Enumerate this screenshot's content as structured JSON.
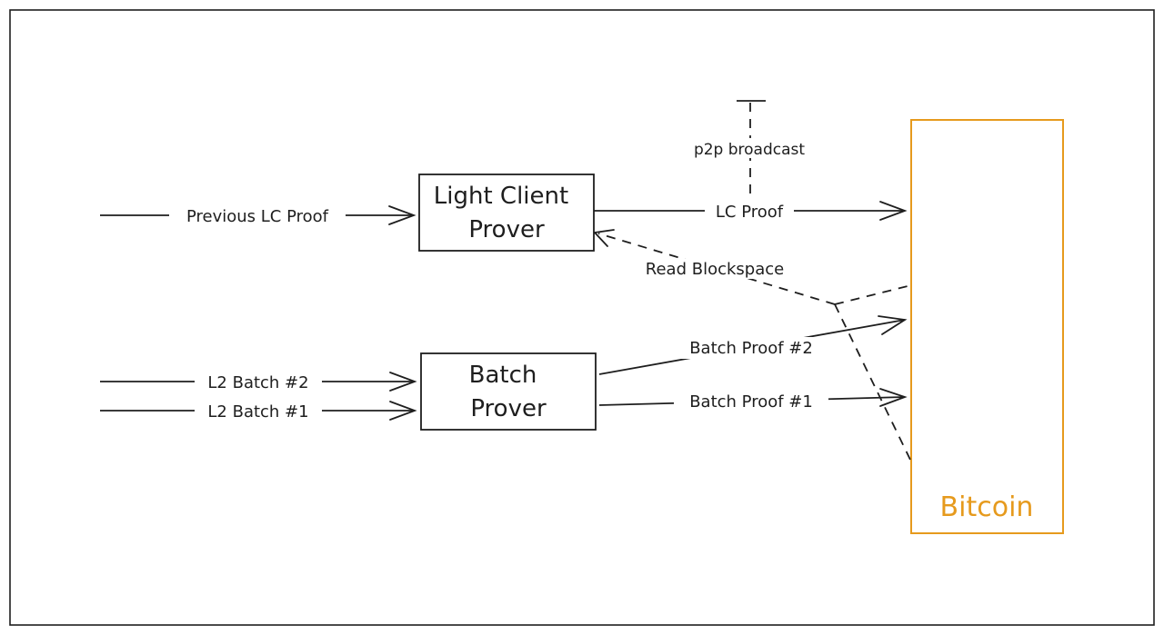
{
  "colors": {
    "ink": "#1e1e1e",
    "bitcoin": "#e69a1d",
    "background": "#ffffff"
  },
  "nodes": {
    "light_client_prover": {
      "line1": "Light Client",
      "line2": "Prover"
    },
    "batch_prover": {
      "line1": "Batch",
      "line2": "Prover"
    },
    "bitcoin": {
      "label": "Bitcoin"
    }
  },
  "edges": {
    "previous_lc_proof": "Previous LC Proof",
    "lc_proof": "LC Proof",
    "p2p_broadcast": "p2p broadcast",
    "read_blockspace": "Read Blockspace",
    "l2_batch_2": "L2 Batch #2",
    "l2_batch_1": "L2 Batch #1",
    "batch_proof_2": "Batch Proof #2",
    "batch_proof_1": "Batch Proof #1"
  }
}
